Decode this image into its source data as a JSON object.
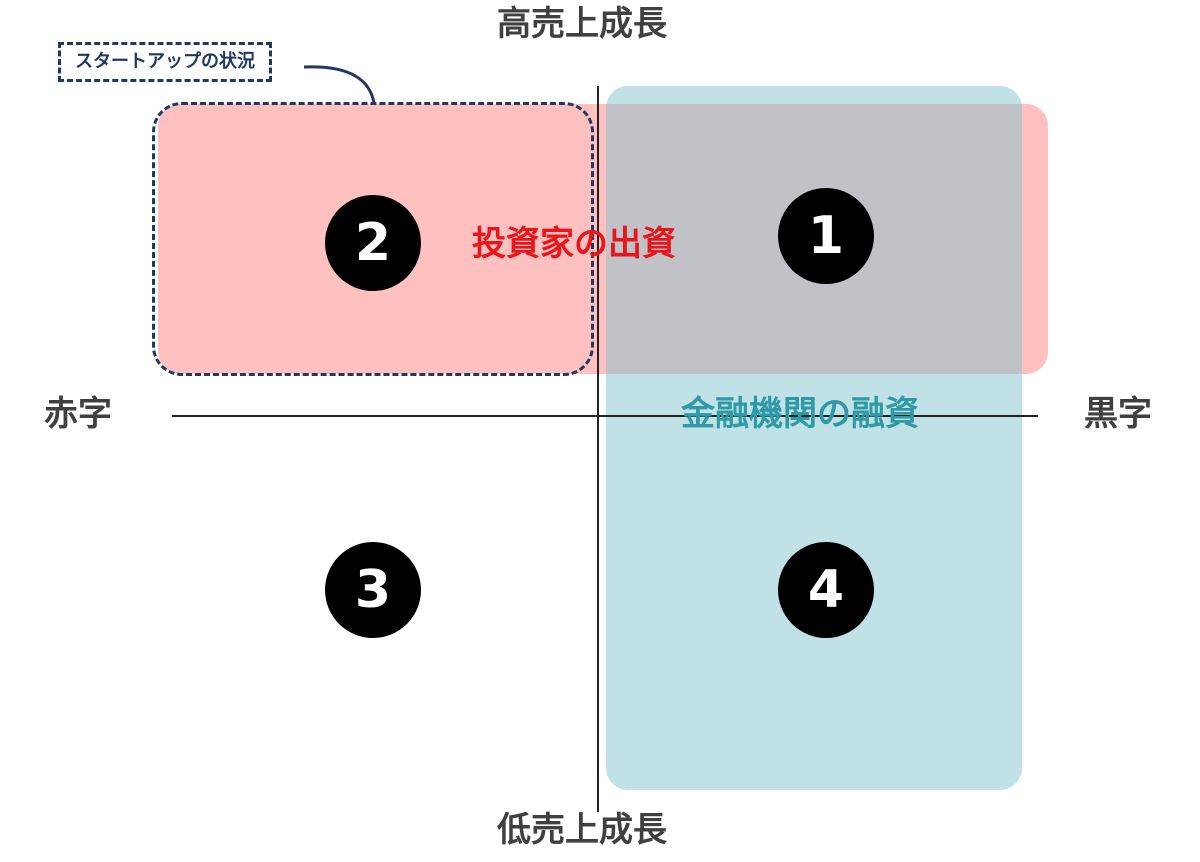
{
  "axis": {
    "top": "高売上成長",
    "bottom": "低売上成長",
    "left": "赤字",
    "right": "黒字"
  },
  "quadrants": [
    "1",
    "2",
    "3",
    "4"
  ],
  "regions": {
    "investor": {
      "label": "投資家の出資",
      "color": "#e8161b",
      "fill": "#ffb3b3"
    },
    "bank": {
      "label": "金融機関の融資",
      "color": "#2f9aa5",
      "fill": "#a9d8df"
    }
  },
  "callout": {
    "label": "スタートアップの状況",
    "color": "#1f3864"
  }
}
